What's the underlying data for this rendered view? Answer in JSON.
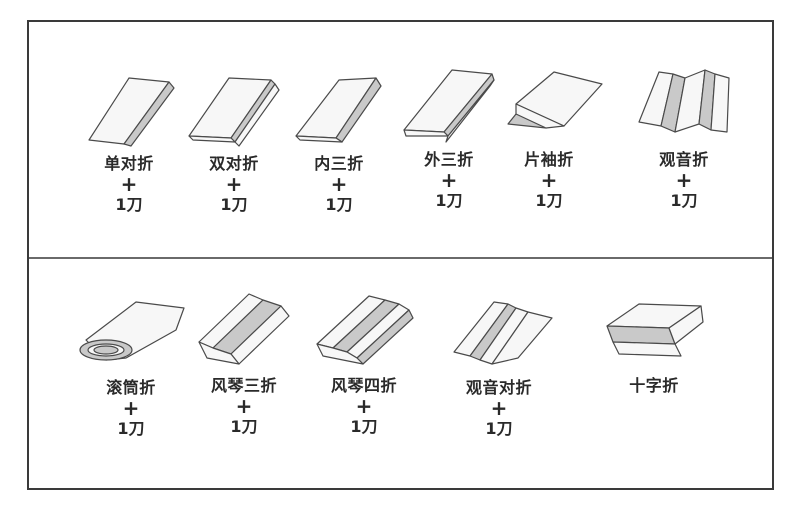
{
  "top_row": [
    {
      "label": "单对折",
      "plus": "+",
      "cut": "1刀"
    },
    {
      "label": "双对折",
      "plus": "+",
      "cut": "1刀"
    },
    {
      "label": "内三折",
      "plus": "+",
      "cut": "1刀"
    },
    {
      "label": "外三折",
      "plus": "+",
      "cut": "1刀"
    },
    {
      "label": "片袖折",
      "plus": "+",
      "cut": "1刀"
    },
    {
      "label": "观音折",
      "plus": "+",
      "cut": "1刀"
    }
  ],
  "bottom_row": [
    {
      "label": "滚筒折",
      "plus": "+",
      "cut": "1刀"
    },
    {
      "label": "风琴三折",
      "plus": "+",
      "cut": "1刀"
    },
    {
      "label": "风琴四折",
      "plus": "+",
      "cut": "1刀"
    },
    {
      "label": "观音对折",
      "plus": "+",
      "cut": "1刀"
    },
    {
      "label": "十字折"
    }
  ]
}
